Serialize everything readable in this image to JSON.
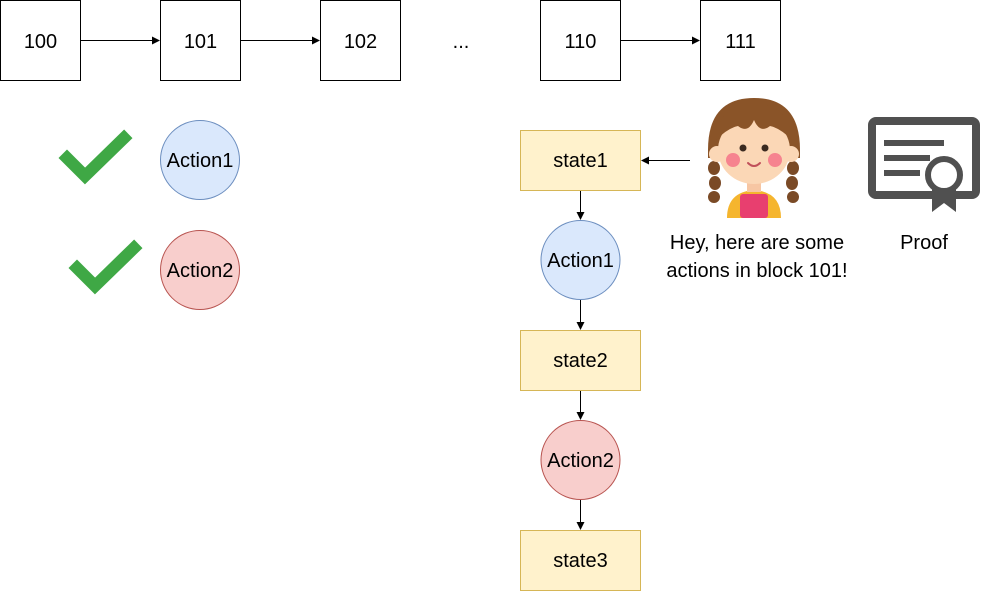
{
  "blocks": {
    "b100": "100",
    "b101": "101",
    "b102": "102",
    "ellipsis": "...",
    "b110": "110",
    "b111": "111"
  },
  "verified": {
    "action1": "Action1",
    "action2": "Action2"
  },
  "execution": {
    "state1": "state1",
    "action1": "Action1",
    "state2": "state2",
    "action2": "Action2",
    "state3": "state3"
  },
  "speech": {
    "line1": "Hey, here are some",
    "line2": "actions in block 101!"
  },
  "proof_label": "Proof",
  "colors": {
    "check": "#3fa845",
    "action1_fill": "#dae8fc",
    "action1_stroke": "#6c8ebf",
    "action2_fill": "#f8cecc",
    "action2_stroke": "#b85450",
    "state_fill": "#fff2cc",
    "state_stroke": "#d6b656",
    "proof_icon": "#505050"
  },
  "icons": {
    "check": "check-icon",
    "person": "girl-avatar-icon",
    "proof": "certificate-icon"
  }
}
